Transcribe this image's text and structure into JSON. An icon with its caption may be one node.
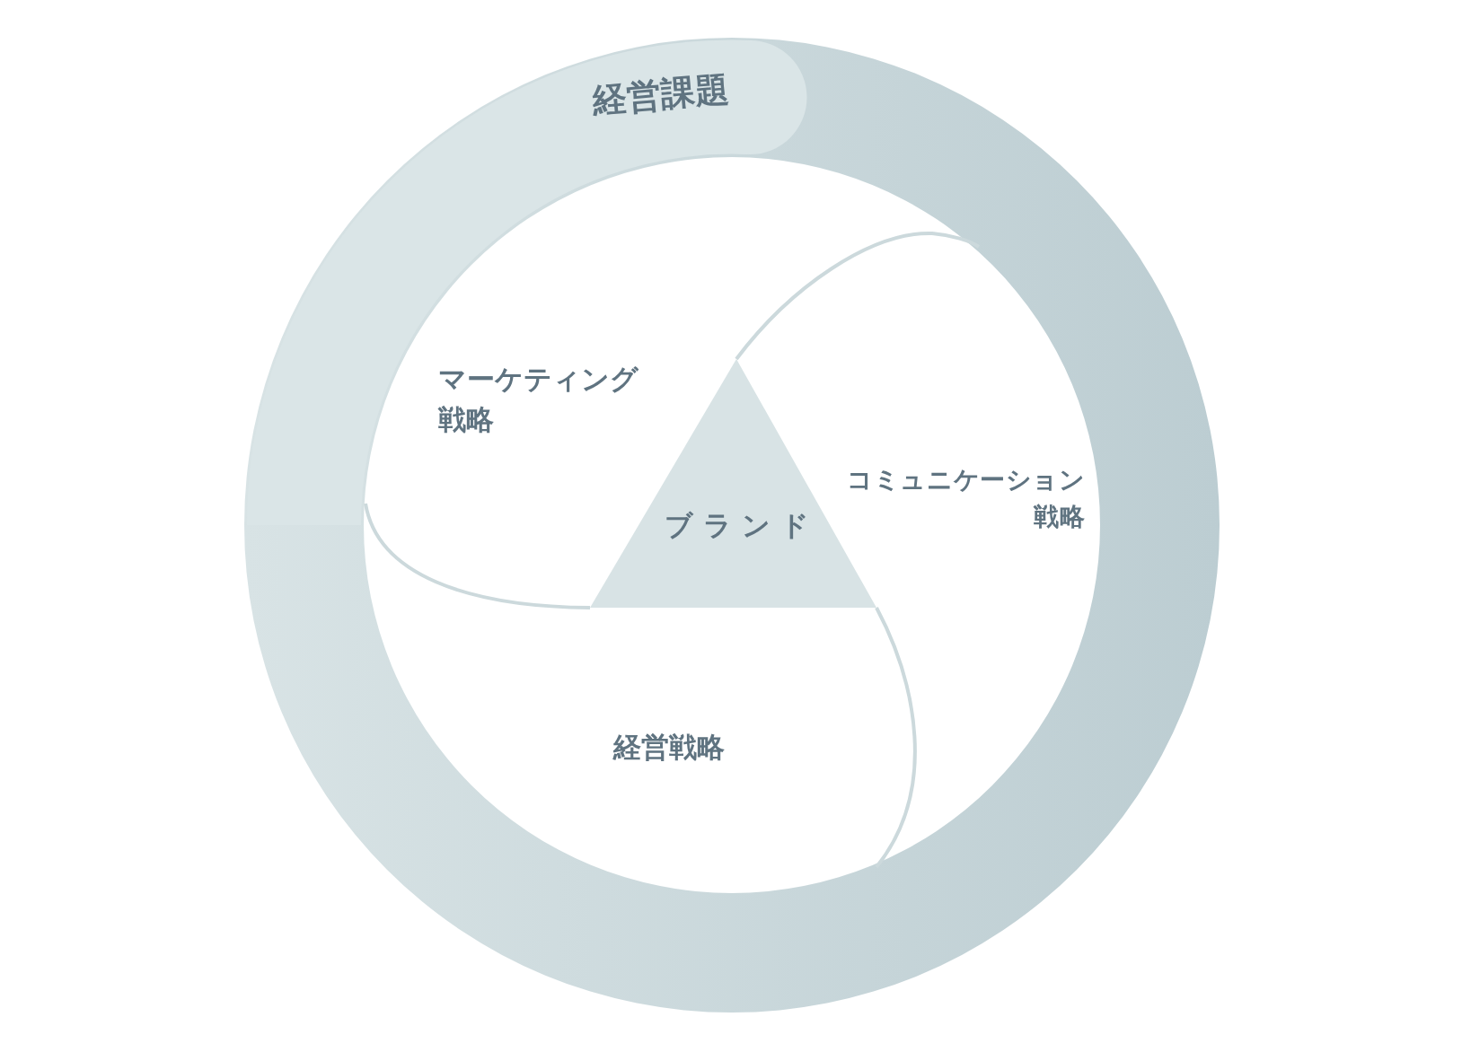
{
  "diagram": {
    "nodes": [
      {
        "text": [
          "経営課題"
        ]
      },
      {
        "text": [
          "マーケティング戦略"
        ],
        "in": 0
      },
      {
        "text": [
          "コミュニケーション戦略"
        ],
        "in": 0
      },
      {
        "text": [
          "経営戦略"
        ],
        "in": 0
      },
      {
        "text": [
          "ブランド"
        ],
        "in": 0
      }
    ]
  }
}
